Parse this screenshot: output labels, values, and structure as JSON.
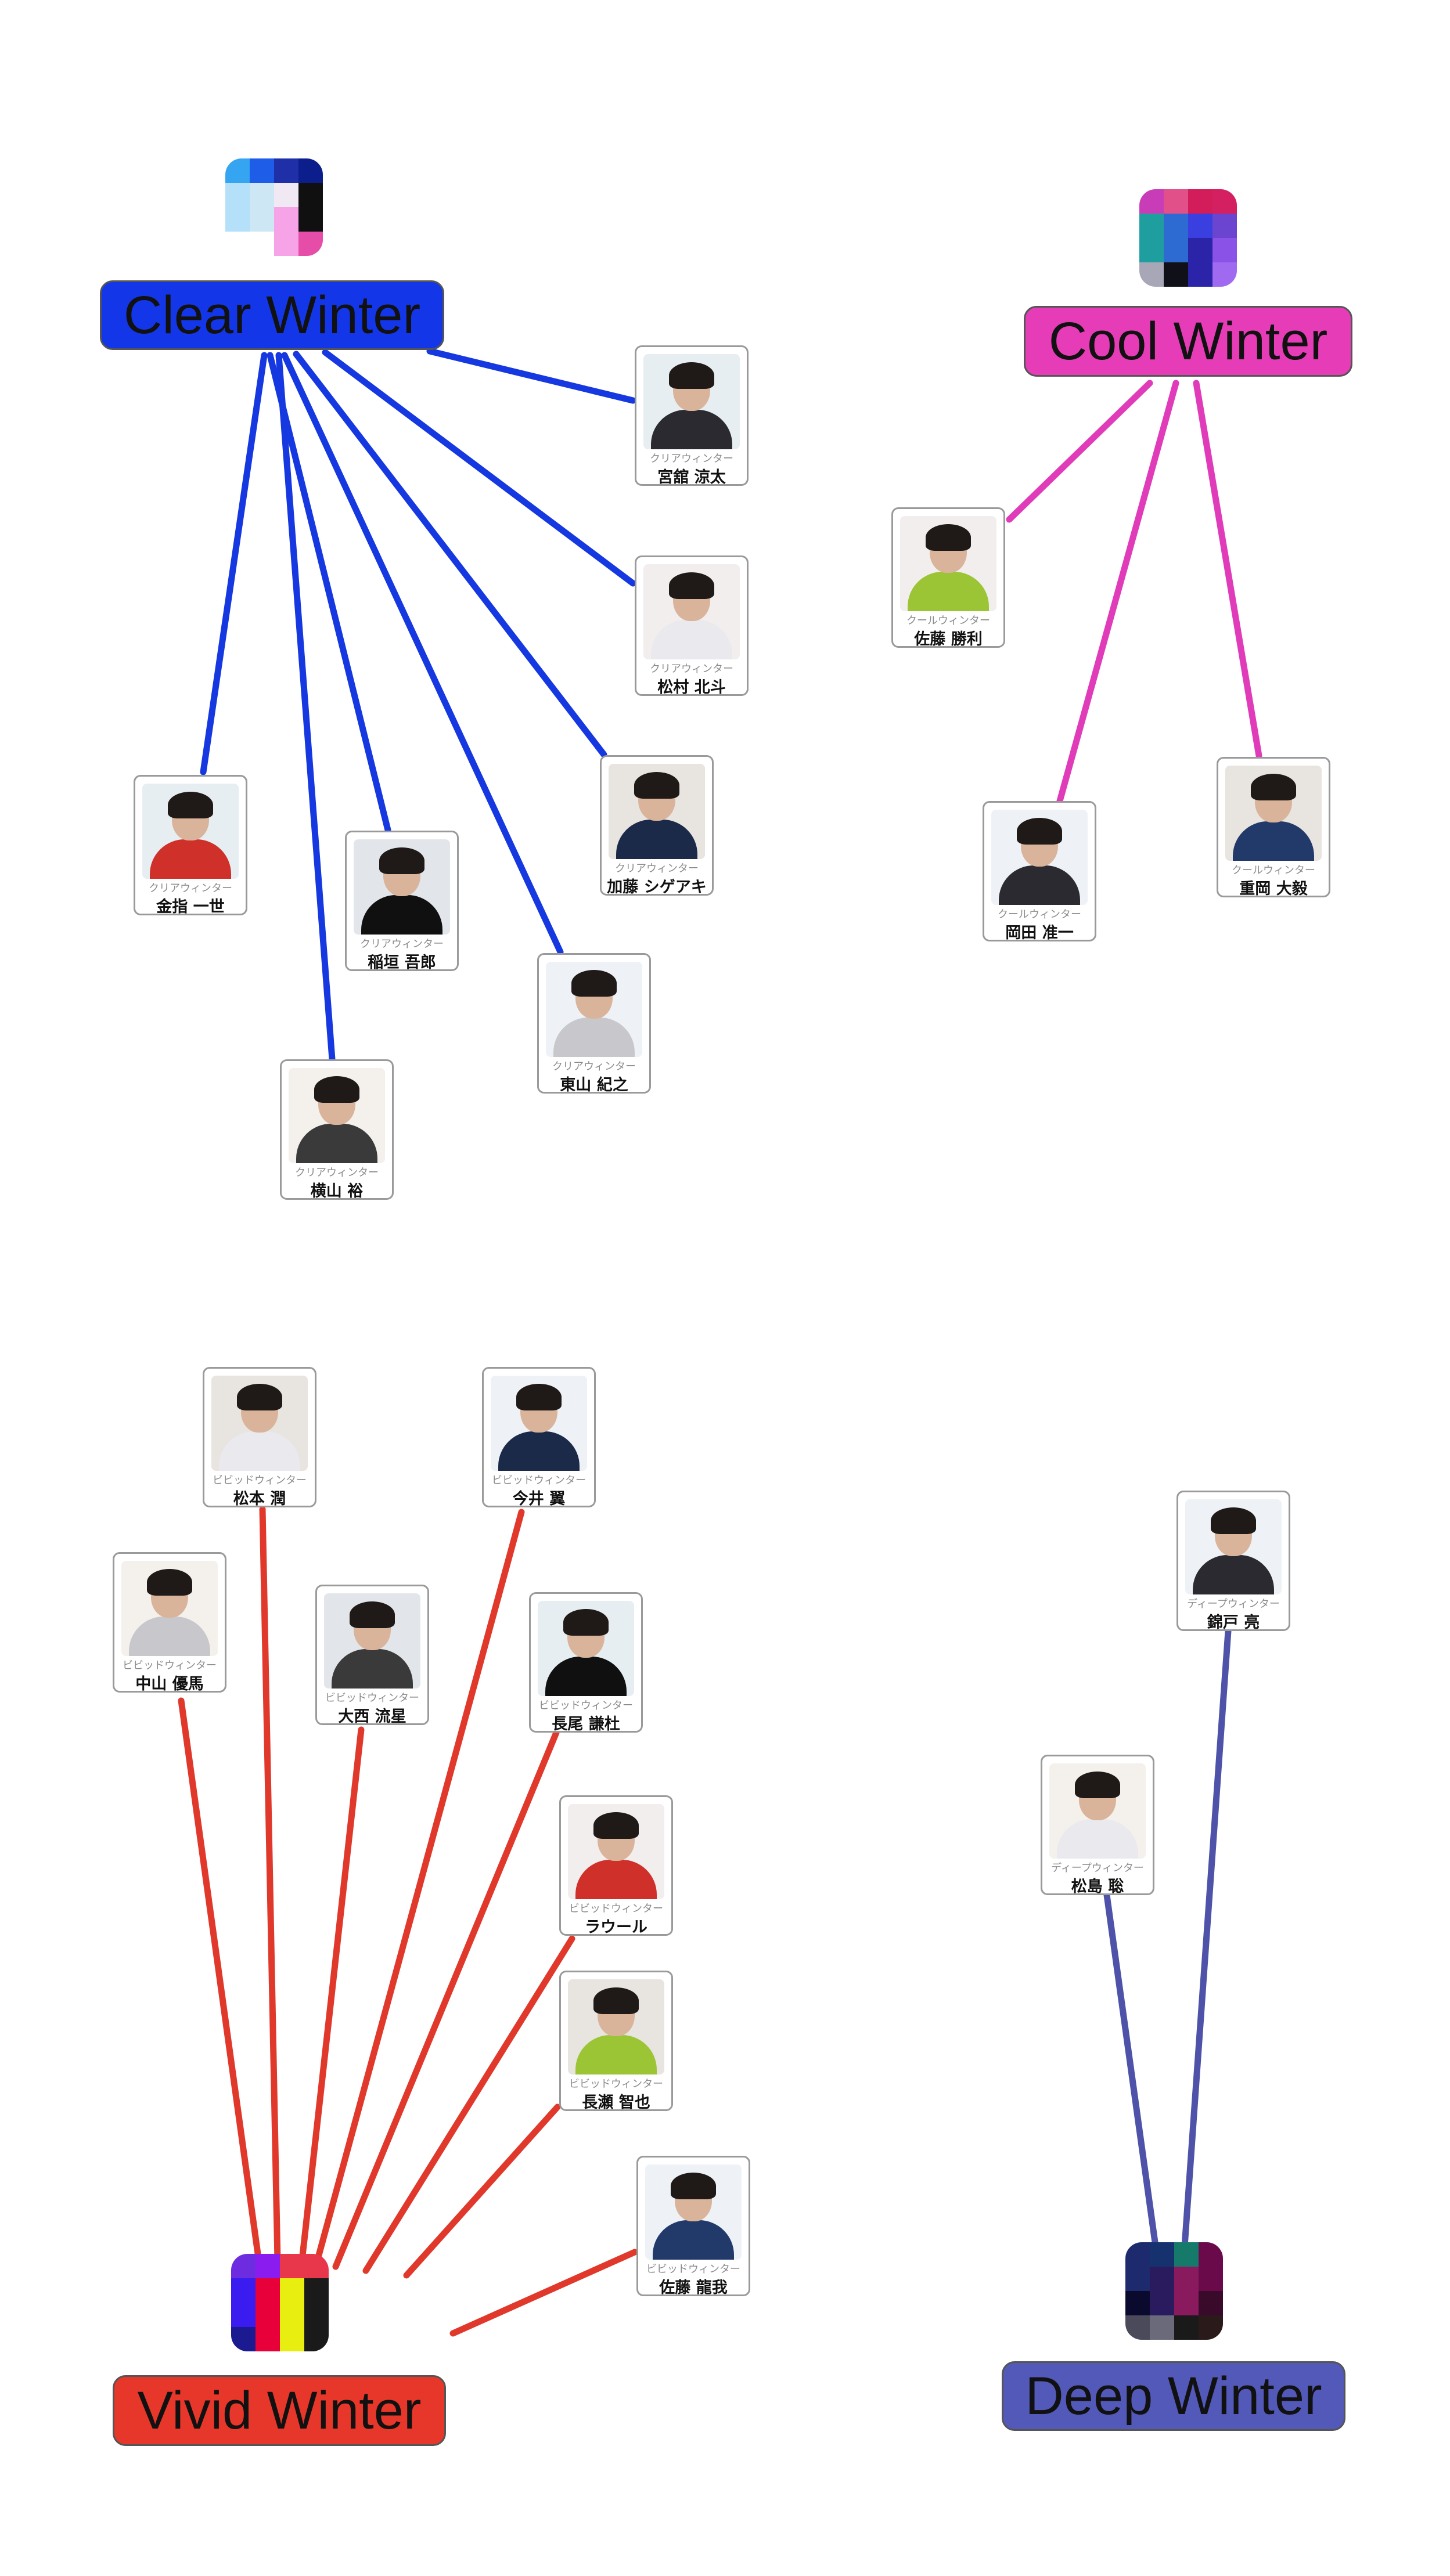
{
  "groups": [
    {
      "id": "clear-winter",
      "name": "Clear Winter",
      "type_label": "クリアウィンター",
      "color": "#1337E8",
      "edge_color": "#1538E0",
      "swatch": [
        "#35A5F2",
        "#1E5DE8",
        "#1E2FA8",
        "#0B1E8C",
        "#B4E0FA",
        "#CDE7F5",
        "#F0E8F2",
        "#101010",
        "#B4E0FA",
        "#CDE7F5",
        "#F6A3E8",
        "#101010",
        "#FFFFFF",
        "#FFFFFF",
        "#F6A3E8",
        "#E54DA9"
      ],
      "members": [
        "宮舘 涼太",
        "松村 北斗",
        "加藤 シゲアキ",
        "東山 紀之",
        "横山 裕",
        "稲垣 吾郎",
        "金指 一世"
      ]
    },
    {
      "id": "cool-winter",
      "name": "Cool Winter",
      "type_label": "クールウィンター",
      "color": "#E63CB8",
      "edge_color": "#E03CBA",
      "swatch": [
        "#C93CB8",
        "#E2508A",
        "#D31C5A",
        "#D41F61",
        "#1E9E9E",
        "#2D6BD3",
        "#3A3FE0",
        "#6B45D0",
        "#1E9E9E",
        "#2D6BD3",
        "#2B24A8",
        "#8B52E8",
        "#A7A7B8",
        "#101018",
        "#2B24A8",
        "#A06AF0"
      ],
      "members": [
        "佐藤 勝利",
        "重岡 大毅",
        "岡田 准一"
      ]
    },
    {
      "id": "vivid-winter",
      "name": "Vivid Winter",
      "type_label": "ビビッドウィンター",
      "color": "#E6372A",
      "edge_color": "#E0392C",
      "swatch": [
        "#6E2CE0",
        "#8A1CF0",
        "#E8364A",
        "#E8364A",
        "#3A1CF0",
        "#E8003A",
        "#E8EE10",
        "#1A1A1A",
        "#3A1CF0",
        "#E8003A",
        "#E8EE10",
        "#1A1A1A",
        "#1C1A90",
        "#E8003A",
        "#E8EE10",
        "#1A1A1A"
      ],
      "members": [
        "松本 潤",
        "今井 翼",
        "中山 優馬",
        "大西 流星",
        "長尾 謙杜",
        "ラウール",
        "長瀬 智也",
        "佐藤 龍我"
      ]
    },
    {
      "id": "deep-winter",
      "name": "Deep Winter",
      "type_label": "ディープウィンター",
      "color": "#5259B8",
      "edge_color": "#4E52A8",
      "swatch": [
        "#1E2A6E",
        "#16326E",
        "#167A6A",
        "#6A0A4A",
        "#1E2A6E",
        "#2A1A5E",
        "#8A1A5E",
        "#6A0A4A",
        "#0A0A2E",
        "#2A1A5E",
        "#8A1A5E",
        "#3A0A2A",
        "#4A4A5A",
        "#6A6A7A",
        "#1A1A1A",
        "#2A1A1A"
      ],
      "members": [
        "錦戸 亮",
        "松島 聡"
      ]
    }
  ]
}
